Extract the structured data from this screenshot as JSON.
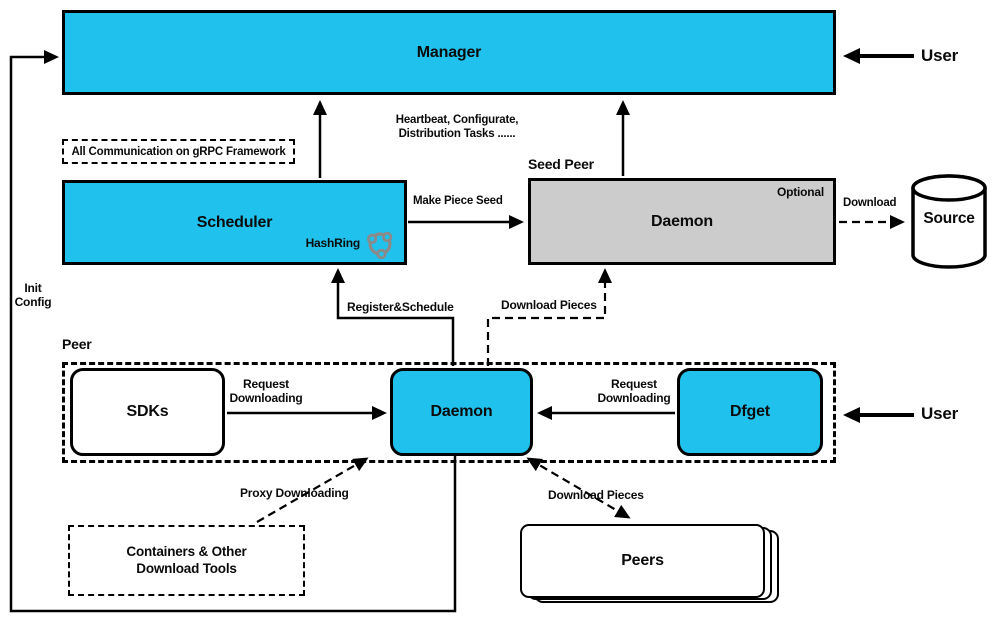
{
  "colors": {
    "accent_cyan": "#20C2ED",
    "box_gray": "#CCCCCC",
    "line_black": "#000000"
  },
  "nodes": {
    "manager": {
      "label": "Manager"
    },
    "scheduler": {
      "label": "Scheduler",
      "badge": "HashRing"
    },
    "grpc_note": {
      "label": "All Communication on gRPC Framework"
    },
    "seed_peer": {
      "group_label": "Seed Peer",
      "daemon_label": "Daemon",
      "optional_label": "Optional"
    },
    "source": {
      "label": "Source"
    },
    "peer": {
      "group_label": "Peer",
      "sdks_label": "SDKs",
      "daemon_label": "Daemon",
      "dfget_label": "Dfget"
    },
    "containers": {
      "line1": "Containers & Other",
      "line2": "Download Tools"
    },
    "peers": {
      "label": "Peers"
    },
    "user_top": {
      "label": "User"
    },
    "user_bottom": {
      "label": "User"
    }
  },
  "edges": {
    "heartbeat": {
      "line1": "Heartbeat, Configurate,",
      "line2": "Distribution Tasks ......"
    },
    "make_piece_seed": {
      "label": "Make Piece Seed"
    },
    "download": {
      "label": "Download"
    },
    "init_config": {
      "line1": "Init",
      "line2": "Config"
    },
    "register_schedule": {
      "label": "Register&Schedule"
    },
    "download_pieces_upper": {
      "label": "Download Pieces"
    },
    "request_downloading_left": {
      "line1": "Request",
      "line2": "Downloading"
    },
    "request_downloading_right": {
      "line1": "Request",
      "line2": "Downloading"
    },
    "proxy_downloading": {
      "label": "Proxy Downloading"
    },
    "download_pieces_lower": {
      "label": "Download Pieces"
    }
  }
}
